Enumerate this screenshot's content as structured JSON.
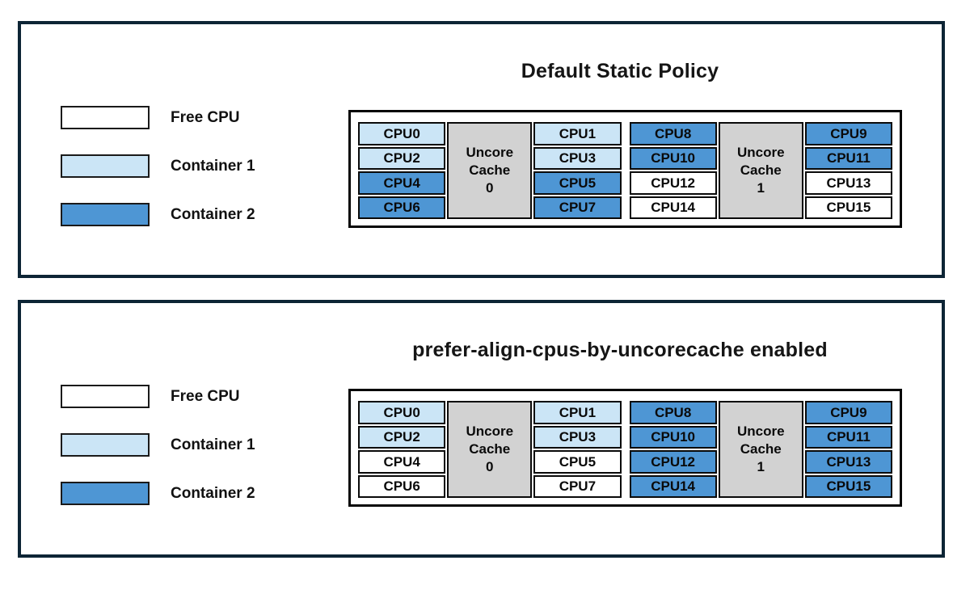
{
  "colors": {
    "free": "#ffffff",
    "container1": "#cbe5f6",
    "container2": "#4e96d4",
    "cache": "#d2d2d2",
    "panel_border": "#0d2535",
    "cell_border": "#0a0a0a"
  },
  "legend": [
    {
      "label": "Free CPU",
      "state": "free"
    },
    {
      "label": "Container 1",
      "state": "container1"
    },
    {
      "label": "Container 2",
      "state": "container2"
    }
  ],
  "panels": [
    {
      "title": "Default Static Policy",
      "clusters": [
        {
          "cache_label": "Uncore Cache 0",
          "cache_lines": [
            "Uncore",
            "Cache",
            "0"
          ],
          "left": [
            {
              "label": "CPU0",
              "state": "container1"
            },
            {
              "label": "CPU2",
              "state": "container1"
            },
            {
              "label": "CPU4",
              "state": "container2"
            },
            {
              "label": "CPU6",
              "state": "container2"
            }
          ],
          "right": [
            {
              "label": "CPU1",
              "state": "container1"
            },
            {
              "label": "CPU3",
              "state": "container1"
            },
            {
              "label": "CPU5",
              "state": "container2"
            },
            {
              "label": "CPU7",
              "state": "container2"
            }
          ]
        },
        {
          "cache_label": "Uncore Cache 1",
          "cache_lines": [
            "Uncore",
            "Cache",
            "1"
          ],
          "left": [
            {
              "label": "CPU8",
              "state": "container2"
            },
            {
              "label": "CPU10",
              "state": "container2"
            },
            {
              "label": "CPU12",
              "state": "free"
            },
            {
              "label": "CPU14",
              "state": "free"
            }
          ],
          "right": [
            {
              "label": "CPU9",
              "state": "container2"
            },
            {
              "label": "CPU11",
              "state": "container2"
            },
            {
              "label": "CPU13",
              "state": "free"
            },
            {
              "label": "CPU15",
              "state": "free"
            }
          ]
        }
      ]
    },
    {
      "title": "prefer-align-cpus-by-uncorecache enabled",
      "clusters": [
        {
          "cache_label": "Uncore Cache 0",
          "cache_lines": [
            "Uncore",
            "Cache",
            "0"
          ],
          "left": [
            {
              "label": "CPU0",
              "state": "container1"
            },
            {
              "label": "CPU2",
              "state": "container1"
            },
            {
              "label": "CPU4",
              "state": "free"
            },
            {
              "label": "CPU6",
              "state": "free"
            }
          ],
          "right": [
            {
              "label": "CPU1",
              "state": "container1"
            },
            {
              "label": "CPU3",
              "state": "container1"
            },
            {
              "label": "CPU5",
              "state": "free"
            },
            {
              "label": "CPU7",
              "state": "free"
            }
          ]
        },
        {
          "cache_label": "Uncore Cache 1",
          "cache_lines": [
            "Uncore",
            "Cache",
            "1"
          ],
          "left": [
            {
              "label": "CPU8",
              "state": "container2"
            },
            {
              "label": "CPU10",
              "state": "container2"
            },
            {
              "label": "CPU12",
              "state": "container2"
            },
            {
              "label": "CPU14",
              "state": "container2"
            }
          ],
          "right": [
            {
              "label": "CPU9",
              "state": "container2"
            },
            {
              "label": "CPU11",
              "state": "container2"
            },
            {
              "label": "CPU13",
              "state": "container2"
            },
            {
              "label": "CPU15",
              "state": "container2"
            }
          ]
        }
      ]
    }
  ]
}
